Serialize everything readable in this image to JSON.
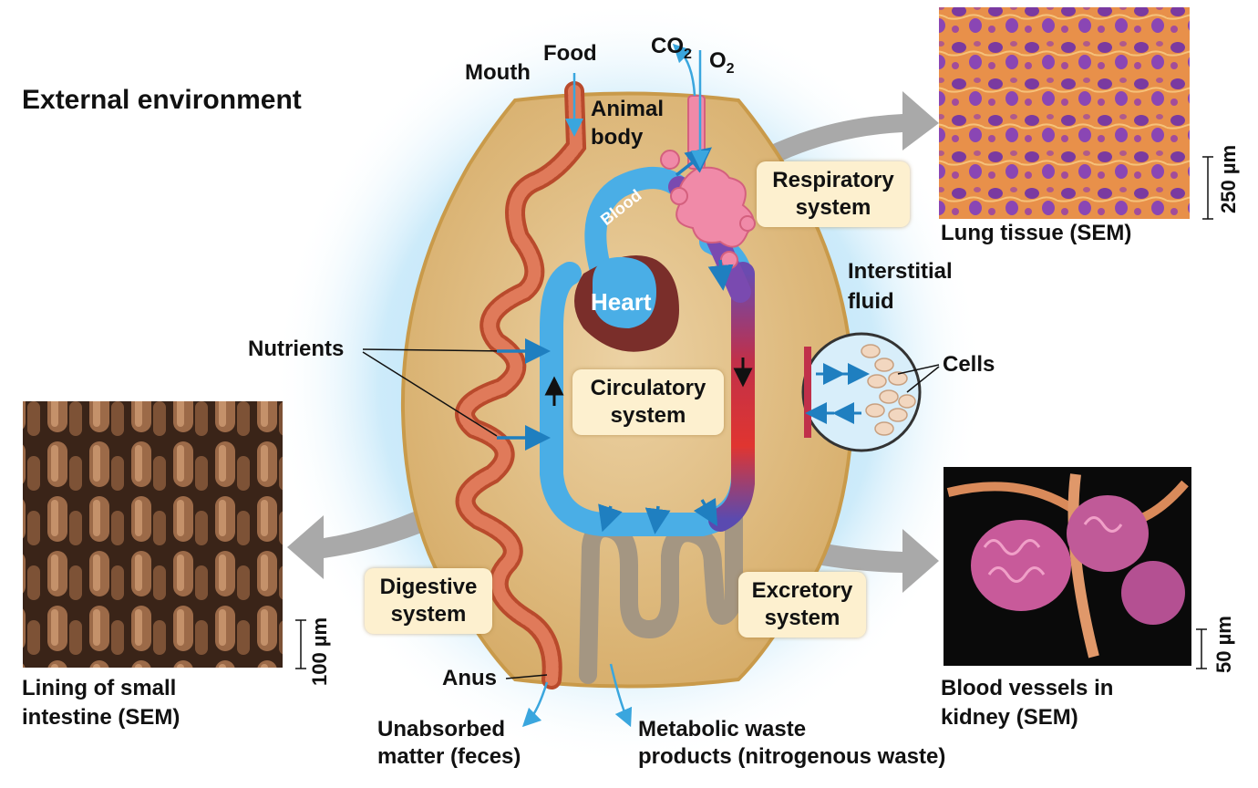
{
  "title": "External environment",
  "labels": {
    "food": "Food",
    "mouth": "Mouth",
    "co2_main": "CO",
    "co2_sub": "2",
    "o2_main": "O",
    "o2_sub": "2",
    "animal_body_1": "Animal",
    "animal_body_2": "body",
    "blood": "Blood",
    "heart": "Heart",
    "nutrients": "Nutrients",
    "interstitial_1": "Interstitial",
    "interstitial_2": "fluid",
    "cells": "Cells",
    "anus": "Anus",
    "unabsorbed_1": "Unabsorbed",
    "unabsorbed_2": "matter (feces)",
    "metabolic_1": "Metabolic waste",
    "metabolic_2": "products (nitrogenous waste)"
  },
  "systems": {
    "respiratory_1": "Respiratory",
    "respiratory_2": "system",
    "circulatory_1": "Circulatory",
    "circulatory_2": "system",
    "digestive_1": "Digestive",
    "digestive_2": "system",
    "excretory_1": "Excretory",
    "excretory_2": "system"
  },
  "micrographs": {
    "lung_caption": "Lung tissue (SEM)",
    "lung_scale": "250 µm",
    "intestine_caption_1": "Lining of small",
    "intestine_caption_2": "intestine (SEM)",
    "intestine_scale": "100 µm",
    "kidney_caption_1": "Blood vessels in",
    "kidney_caption_2": "kidney (SEM)",
    "kidney_scale": "50 µm"
  },
  "colors": {
    "body_fill": "#e0bd86",
    "body_stroke": "#c99a4a",
    "glow": "#bfe4f7",
    "blood_oxygenated": "#d62b2b",
    "blood_deoxygenated": "#4aaee6",
    "digestive": "#d2603f",
    "excretory": "#a49682",
    "respiratory": "#f08aa8",
    "arrow_blue": "#1f7fc0",
    "arrow_gray": "#a9a9a9",
    "label_box": "#fdf0cf"
  }
}
